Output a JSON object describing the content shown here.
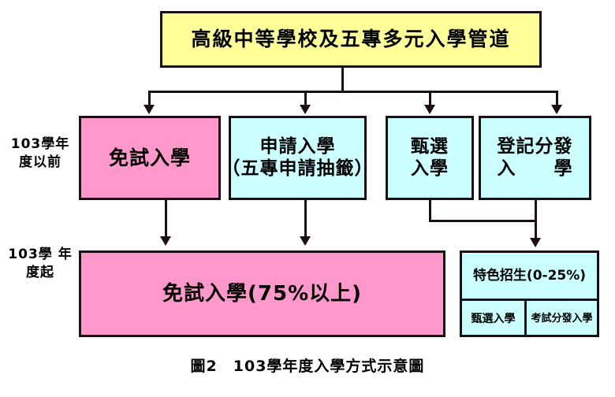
{
  "diagram": {
    "title_box": {
      "text": "高級中等學校及五專多元入學管道",
      "fill": "#FFFF99"
    },
    "side_labels": [
      {
        "line1": "103學年",
        "line2": "度以前"
      },
      {
        "line1": "103學",
        "line2": "年度起"
      }
    ],
    "row_before": {
      "boxes": [
        {
          "line1": "免試入學",
          "line2": "",
          "fill": "#FF99CC"
        },
        {
          "line1": "申請入學",
          "line2": "（五專申請抽籤）",
          "fill": "#CCFFFF"
        },
        {
          "line1": "甄選",
          "line2": "入學",
          "fill": "#CCFFFF"
        },
        {
          "line1": "登記分發",
          "line2": "入　　學",
          "fill": "#CCFFFF"
        }
      ]
    },
    "row_from": {
      "main_box": {
        "text": "免試入學(75%以上)",
        "fill": "#FF99CC"
      },
      "special_box": {
        "heading": "特色招生(0-25%)",
        "fill": "#CCFFFF",
        "cells": [
          {
            "text": "甄選入學"
          },
          {
            "text": "考試分發入學"
          }
        ]
      }
    },
    "caption": "圖2　103學年度入學方式示意圖",
    "colors": {
      "yellow": "#FFFF99",
      "pink": "#FF99CC",
      "cyan": "#CCFFFF",
      "line": "#1A0F12"
    }
  }
}
